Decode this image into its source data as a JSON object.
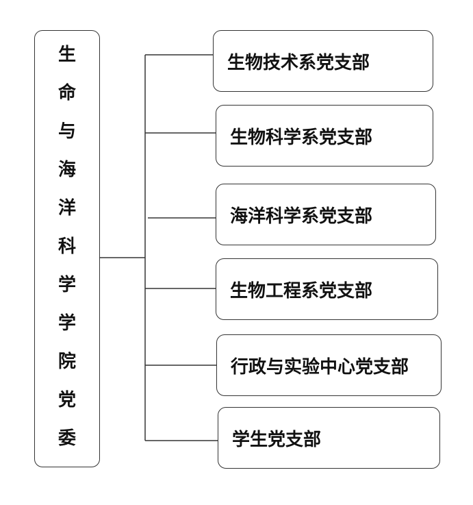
{
  "root": {
    "label_chars": [
      "生",
      "命",
      "与",
      "海",
      "洋",
      "科",
      "学",
      "学",
      "院",
      "党",
      "委"
    ]
  },
  "branches": [
    {
      "label": "生物技术系党支部"
    },
    {
      "label": "生物科学系党支部"
    },
    {
      "label": "海洋科学系党支部"
    },
    {
      "label": "生物工程系党支部"
    },
    {
      "label": "行政与实验中心党支部"
    },
    {
      "label": "学生党支部"
    }
  ],
  "colors": {
    "border": "#333333",
    "text": "#111111",
    "line": "#333333"
  }
}
